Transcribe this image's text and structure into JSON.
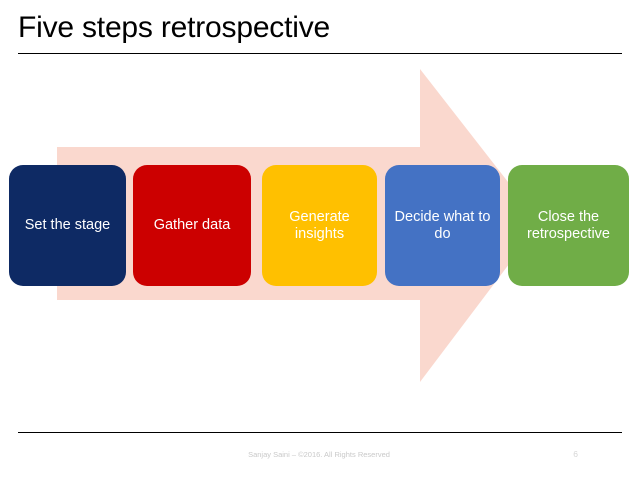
{
  "slide": {
    "title": "Five steps retrospective",
    "background_color": "#FFFFFF",
    "title_color": "#000000"
  },
  "diagram": {
    "type": "process-arrow",
    "arrow": {
      "name": "right-arrow-shape",
      "fill_color": "#FAD8CE",
      "direction": "right"
    },
    "steps": [
      {
        "index": 1,
        "label": "Set the stage",
        "color": "#0E2A64",
        "text_color": "#FFFFFF"
      },
      {
        "index": 2,
        "label": "Gather data",
        "color": "#CC0000",
        "text_color": "#FFFFFF"
      },
      {
        "index": 3,
        "label": "Generate insights",
        "color": "#FFC000",
        "text_color": "#FFFFFF"
      },
      {
        "index": 4,
        "label": "Decide what to do",
        "color": "#4472C4",
        "text_color": "#FFFFFF"
      },
      {
        "index": 5,
        "label": "Close the retrospective",
        "color": "#70AD47",
        "text_color": "#FFFFFF"
      }
    ]
  },
  "footer": {
    "copyright": "Sanjay Saini – ©2016. All Rights Reserved",
    "page_number": "6",
    "text_color": "#C9C9C9"
  }
}
